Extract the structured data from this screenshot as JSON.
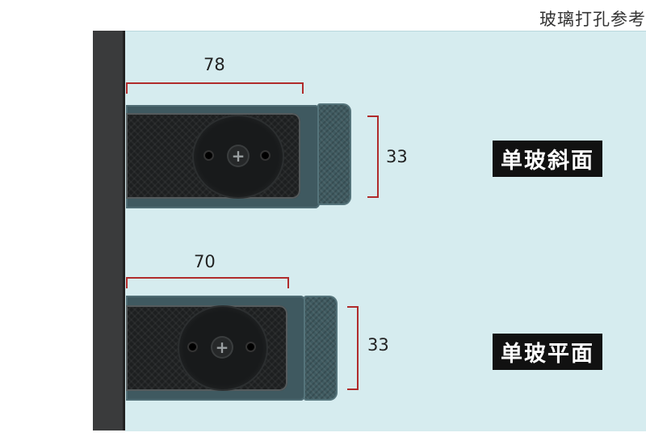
{
  "title": "玻璃打孔参考",
  "top_variant": {
    "width_value": "78",
    "height_value": "33",
    "label": "单玻斜面"
  },
  "bottom_variant": {
    "width_value": "70",
    "height_value": "33",
    "label": "单玻平面"
  },
  "colors": {
    "glass": "#d6ecef",
    "wall": "#3a3b3c",
    "dimension_line": "#b02b2b",
    "handle_cap": "#3f5a60"
  }
}
